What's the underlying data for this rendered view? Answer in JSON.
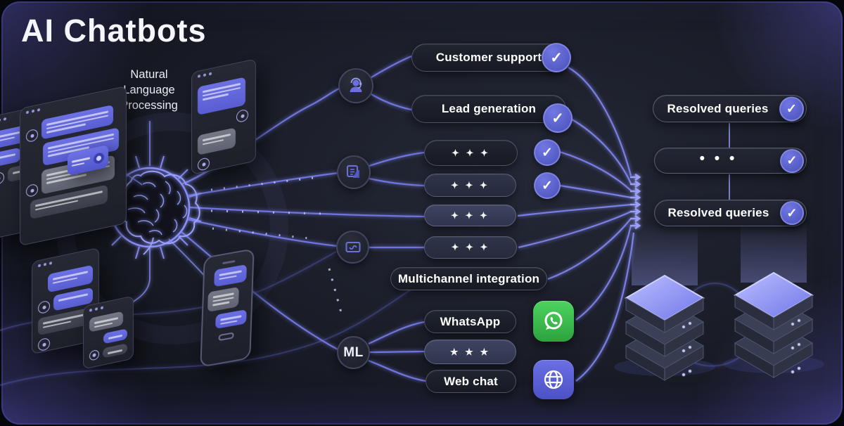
{
  "title": "AI Chatbots",
  "nlp": {
    "line1": "Natural",
    "line2": "Language",
    "line3": "Processing"
  },
  "hub_nodes": {
    "brain_icon": "ai-brain",
    "support_icon": "support-agent",
    "transcript_icon": "document-chat",
    "window_icon": "chat-window",
    "ml": "ML"
  },
  "middle_column": {
    "pills": [
      {
        "label": "Customer support",
        "checked": true
      },
      {
        "label": "Lead generation",
        "checked": true
      },
      {
        "label": "✦ ✦ ✦",
        "checked": true
      },
      {
        "label": "✦ ✦ ✦",
        "checked": true
      },
      {
        "label": "✦ ✦ ✦",
        "checked": false
      },
      {
        "label": "✦ ✦ ✦",
        "checked": false
      },
      {
        "label": "Multichannel integration",
        "checked": false
      }
    ],
    "channels": [
      {
        "label": "WhatsApp",
        "icon": "whatsapp-icon"
      },
      {
        "label": "★ ★ ★",
        "icon": null
      },
      {
        "label": "Web chat",
        "icon": "globe-icon"
      }
    ]
  },
  "right_column": {
    "pills": [
      {
        "label": "Resolved queries",
        "checked": true
      },
      {
        "label": "• • •",
        "checked": true
      },
      {
        "label": "Resolved queries",
        "checked": true
      }
    ]
  },
  "glyphs": {
    "check": "✓"
  },
  "colors": {
    "background": "#1a1d28",
    "accent_purple": "#5b61cc",
    "line_glow": "#767be8",
    "bubble_purple": "#6b6fe0",
    "whatsapp_green": "#3ec452",
    "webchat_indigo": "#5a60d8"
  }
}
